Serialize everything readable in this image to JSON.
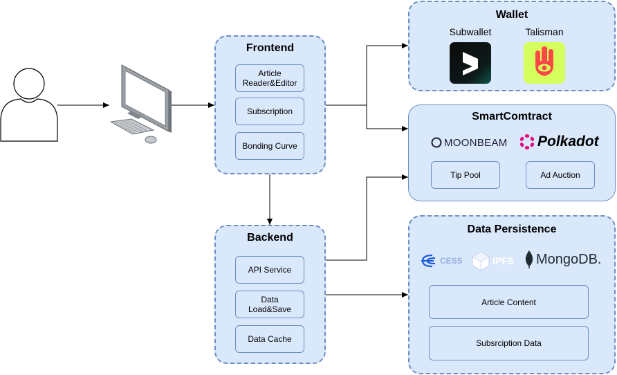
{
  "frontend": {
    "title": "Frontend",
    "items": [
      "Article\nReader&Editor",
      "Subscription",
      "Bonding Curve"
    ]
  },
  "backend": {
    "title": "Backend",
    "items": [
      "API Service",
      "Data\nLoad&Save",
      "Data Cache"
    ]
  },
  "wallet": {
    "title": "Wallet",
    "items": [
      {
        "label": "Subwallet",
        "icon": "subwallet-logo"
      },
      {
        "label": "Talisman",
        "icon": "talisman-logo"
      }
    ]
  },
  "smart_contract": {
    "title": "SmartComtract",
    "logos": [
      "MOONBEAM",
      "Polkadot"
    ],
    "items": [
      "Tip Pool",
      "Ad Auction"
    ]
  },
  "data_persistence": {
    "title": "Data Persistence",
    "logos": [
      "CESS",
      "IPFS",
      "MongoDB."
    ],
    "items": [
      "Article Content",
      "Subsrciption Data"
    ]
  }
}
